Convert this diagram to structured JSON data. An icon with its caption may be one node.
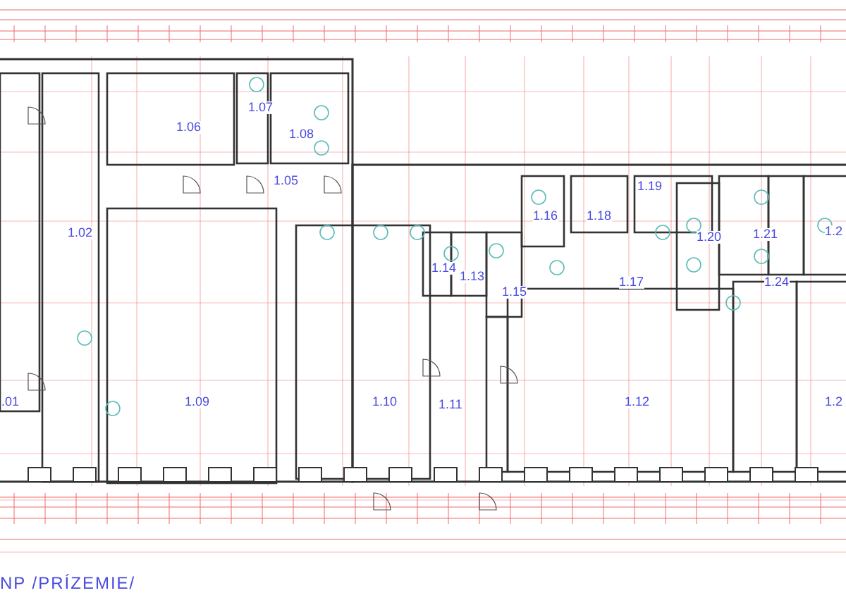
{
  "diagram": {
    "title": "NP /PRÍZEMIE/",
    "labels": [
      "1.06",
      "1.07",
      "1.08",
      "1.05",
      "1.02",
      "1.16",
      "1.18",
      "1.19",
      "1.20",
      "1.21",
      "1.2",
      "1.14",
      "1.13",
      "1.15",
      "1.17",
      "1.24",
      ".01",
      "1.09",
      "1.10",
      "1.11",
      "1.12",
      "1.2"
    ]
  }
}
